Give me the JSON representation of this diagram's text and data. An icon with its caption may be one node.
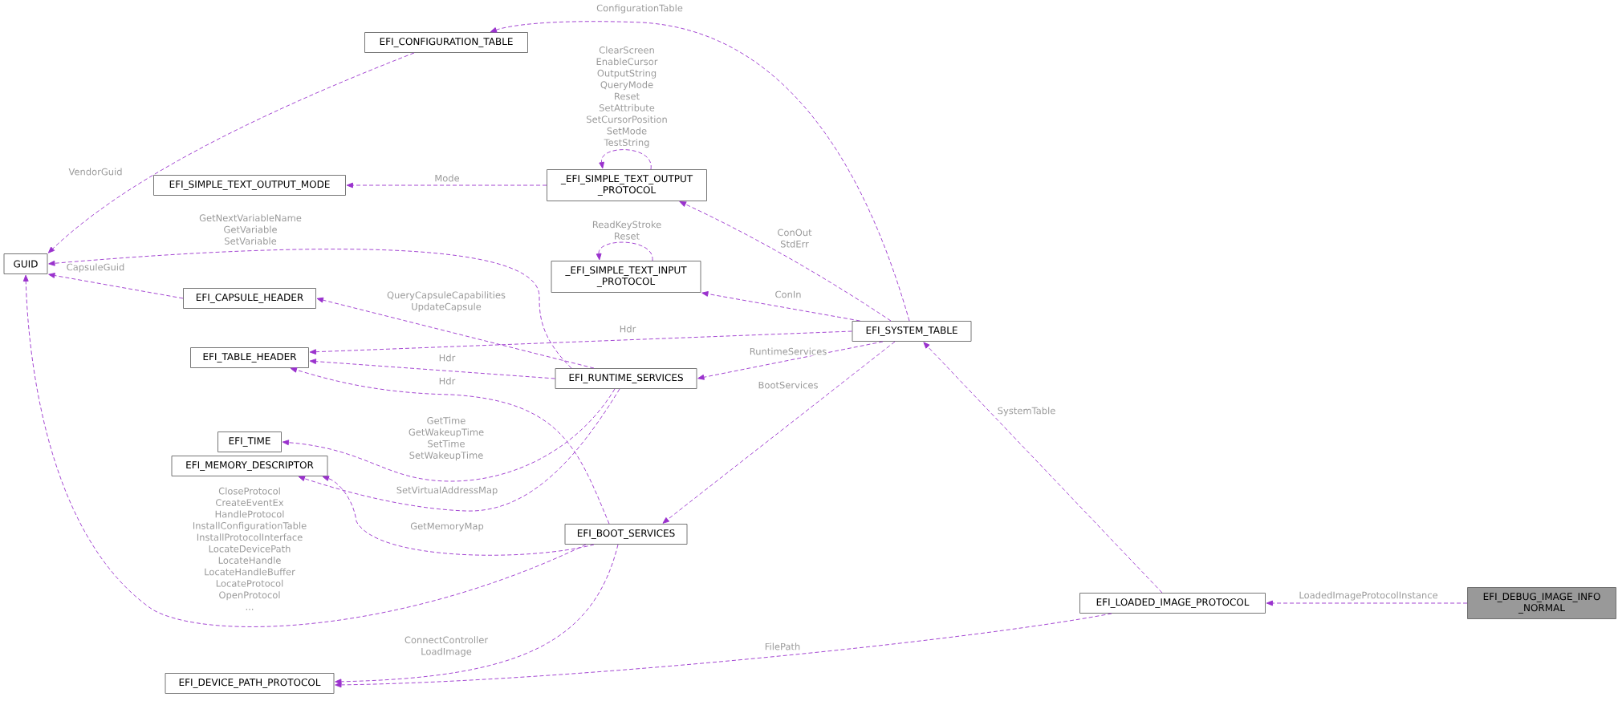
{
  "diagram": {
    "nodes": [
      {
        "text": [
          "EFI_DEBUG_IMAGE_INFO _NORMAL"
        ]
      },
      {
        "text": [
          "EFI_LOADED_IMAGE_PROTOCOL"
        ]
      },
      {
        "text": [
          "EFI_SYSTEM_TABLE"
        ]
      },
      {
        "text": [
          "EFI_CONFIGURATION_TABLE"
        ]
      },
      {
        "text": [
          "GUID"
        ]
      },
      {
        "text": [
          "_EFI_SIMPLE_TEXT_OUTPUT _PROTOCOL"
        ]
      },
      {
        "text": [
          "EFI_SIMPLE_TEXT_OUTPUT_MODE"
        ]
      },
      {
        "text": [
          "_EFI_SIMPLE_TEXT_INPUT _PROTOCOL"
        ]
      },
      {
        "text": [
          "EFI_CAPSULE_HEADER"
        ]
      },
      {
        "text": [
          "EFI_TABLE_HEADER"
        ]
      },
      {
        "text": [
          "EFI_RUNTIME_SERVICES"
        ]
      },
      {
        "text": [
          "EFI_TIME"
        ]
      },
      {
        "text": [
          "EFI_MEMORY_DESCRIPTOR"
        ]
      },
      {
        "text": [
          "EFI_BOOT_SERVICES"
        ]
      },
      {
        "text": [
          "EFI_DEVICE_PATH_PROTOCOL"
        ]
      }
    ],
    "edges": [
      {
        "from": 0,
        "to": 1,
        "arrow": "to",
        "label": "LoadedImageProtocolInstance"
      },
      {
        "from": 1,
        "to": 2,
        "arrow": "to",
        "label": "SystemTable"
      },
      {
        "from": 1,
        "to": 14,
        "arrow": "to",
        "label": "FilePath"
      },
      {
        "from": 2,
        "to": 3,
        "arrow": "to",
        "label": "ConfigurationTable"
      },
      {
        "from": 2,
        "to": 5,
        "arrow": "to",
        "label": "ConOut StdErr"
      },
      {
        "from": 2,
        "to": 7,
        "arrow": "to",
        "label": "ConIn"
      },
      {
        "from": 2,
        "to": 9,
        "arrow": "to",
        "label": "Hdr"
      },
      {
        "from": 2,
        "to": 10,
        "arrow": "to",
        "label": "RuntimeServices"
      },
      {
        "from": 2,
        "to": 13,
        "arrow": "to",
        "label": "BootServices"
      },
      {
        "from": 3,
        "to": 4,
        "arrow": "to",
        "label": "VendorGuid"
      },
      {
        "from": 5,
        "to": 5,
        "arrow": "to",
        "label": "ClearScreen EnableCursor OutputString QueryMode Reset SetAttribute SetCursorPosition SetMode TestString"
      },
      {
        "from": 5,
        "to": 6,
        "arrow": "to",
        "label": "Mode"
      },
      {
        "from": 7,
        "to": 7,
        "arrow": "to",
        "label": "ReadKeyStroke Reset"
      },
      {
        "from": 8,
        "to": 4,
        "arrow": "to",
        "label": "CapsuleGuid"
      },
      {
        "from": 10,
        "to": 4,
        "arrow": "to",
        "label": "GetNextVariableName GetVariable SetVariable"
      },
      {
        "from": 10,
        "to": 8,
        "arrow": "to",
        "label": "QueryCapsuleCapabilities UpdateCapsule"
      },
      {
        "from": 10,
        "to": 9,
        "arrow": "to",
        "label": "Hdr"
      },
      {
        "from": 10,
        "to": 11,
        "arrow": "to",
        "label": "GetTime GetWakeupTime SetTime SetWakeupTime"
      },
      {
        "from": 10,
        "to": 12,
        "arrow": "to",
        "label": "SetVirtualAddressMap"
      },
      {
        "from": 13,
        "to": 9,
        "arrow": "to",
        "label": "Hdr"
      },
      {
        "from": 13,
        "to": 12,
        "arrow": "to",
        "label": "GetMemoryMap"
      },
      {
        "from": 13,
        "to": 4,
        "arrow": "to",
        "label": "CloseProtocol CreateEventEx HandleProtocol InstallConfigurationTable InstallProtocolInterface LocateDevicePath LocateHandle LocateHandleBuffer LocateProtocol OpenProtocol ..."
      },
      {
        "from": 13,
        "to": 14,
        "arrow": "to",
        "label": "ConnectController LoadImage"
      }
    ]
  }
}
